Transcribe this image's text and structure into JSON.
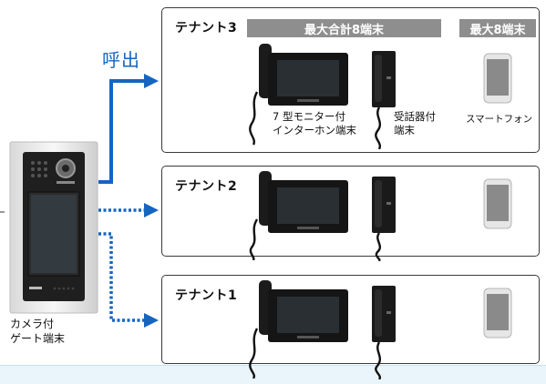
{
  "tenants": [
    {
      "id": "3",
      "label": "テナント3"
    },
    {
      "id": "2",
      "label": "テナント2"
    },
    {
      "id": "1",
      "label": "テナント1"
    }
  ],
  "headers": {
    "max_total": "最大合計8端末",
    "max_eight": "最大8端末"
  },
  "captions": {
    "monitor": "7 型モニター付\nインターホン端末",
    "handset": "受話器付\n端末",
    "smartphone": "スマートフォン",
    "gate": "カメラ付\nゲート端末"
  },
  "call_label": "呼出",
  "colors": {
    "accent_blue": "#1565c0",
    "header_gray": "#8e8e8e",
    "panel_border": "#3a3a3a",
    "bottom_band": "#eaf4fb"
  },
  "icons": [
    "gate-station-icon",
    "monitor-station-icon",
    "handset-station-icon",
    "smartphone-icon",
    "arrow-right-icon"
  ]
}
